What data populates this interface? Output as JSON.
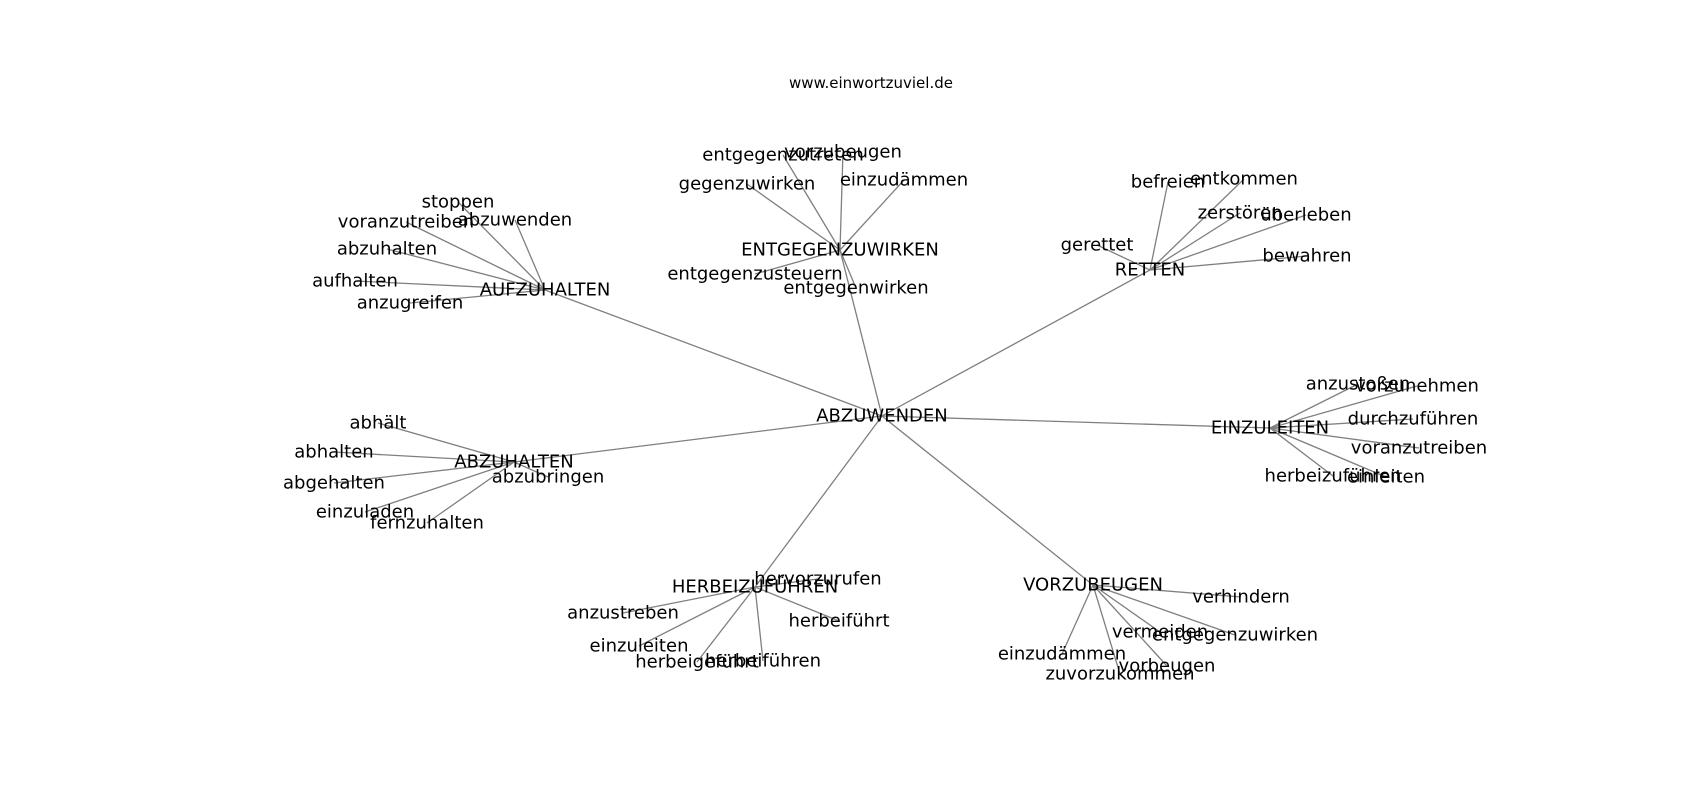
{
  "watermark": "www.einwortzuviel.de",
  "graph": {
    "root": "ABZUWENDEN",
    "clusters": [
      {
        "hub": "AUFZUHALTEN",
        "leaves": [
          "stoppen",
          "abzuwenden",
          "voranzutreiben",
          "abzuhalten",
          "aufhalten",
          "anzugreifen"
        ]
      },
      {
        "hub": "ENTGEGENZUWIRKEN",
        "leaves": [
          "entgegenzutreten",
          "vorzubeugen",
          "gegenzuwirken",
          "einzudämmen",
          "entgegenzusteuern",
          "entgegenwirken"
        ]
      },
      {
        "hub": "RETTEN",
        "leaves": [
          "befreien",
          "entkommen",
          "zerstören",
          "überleben",
          "gerettet",
          "bewahren"
        ]
      },
      {
        "hub": "EINZULEITEN",
        "leaves": [
          "anzustoßen",
          "vorzunehmen",
          "durchzuführen",
          "voranzutreiben",
          "herbeizuführen",
          "einleiten"
        ]
      },
      {
        "hub": "VORZUBEUGEN",
        "leaves": [
          "verhindern",
          "vermeiden",
          "entgegenzuwirken",
          "einzudämmen",
          "zuvorzukommen",
          "vorbeugen"
        ]
      },
      {
        "hub": "HERBEIZUFÜHREN",
        "leaves": [
          "hervorzurufen",
          "herbeiführt",
          "anzustreben",
          "einzuleiten",
          "herbeigeführt",
          "herbeiführen"
        ]
      },
      {
        "hub": "ABZUHALTEN",
        "leaves": [
          "abhält",
          "abhalten",
          "abzubringen",
          "abgehalten",
          "einzuladen",
          "fernzuhalten"
        ]
      }
    ]
  }
}
